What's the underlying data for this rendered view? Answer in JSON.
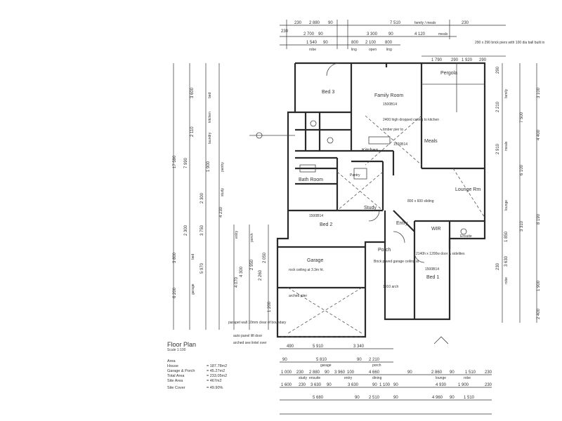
{
  "rooms": {
    "bed3": "Bed 3",
    "family": "Family Room",
    "family_code": "1500B14",
    "pergola": "Pergola",
    "meals": "Meals",
    "kitchen": "Kitchen",
    "pantry": "Pantry",
    "bathroom": "Bath Room",
    "lounge": "Lounge Rm",
    "study": "Study",
    "bed2": "Bed 2",
    "entry": "Entry",
    "wir": "WIR",
    "ensuite": "Ensuite",
    "garage": "Garage",
    "porch": "Porch",
    "bed1": "Bed 1",
    "code_a": "1500B14",
    "code_b": "1500B14",
    "code_c": "1500B14"
  },
  "notes": {
    "ceiling": "2400 high dropped ceiling to kitchen",
    "timber_pier": "timber pier to",
    "garage_ceiling": "rock ceiling at 3.3m ht.",
    "window_800": "800 x 600 sliding",
    "garage_door": "auto panel lift door",
    "arched_lintel": "arched see lintel over",
    "parapet": "parapet wall 10mm clear of boundary",
    "brick_piers": "290 x 290 brick piers with 100 dia ball built in",
    "porch_paving": "Brick paved garage ceiling at",
    "arch_1910": "1910 arch",
    "door_sidelites": "2140h x 1200w door & sidelites",
    "arched_plier": "arched plier"
  },
  "dims": {
    "top": [
      "230",
      "2 880",
      "90",
      "7 510",
      "family / meals",
      "230"
    ],
    "top2": [
      "2 700",
      "90",
      "3 300",
      "90",
      "4 120",
      "meals"
    ],
    "top3": [
      "1 540",
      "90",
      "800",
      "2 100",
      "800"
    ],
    "top_labels": [
      "robe",
      "ling",
      "open",
      "ling"
    ],
    "top_right": [
      "1 790",
      "290",
      "1 920",
      "290"
    ],
    "bottom1": [
      "490",
      "5 910",
      "3 340"
    ],
    "bottom2": [
      "90",
      "5 810",
      "90",
      "2 210"
    ],
    "bottom2_labels": [
      "garage",
      "porch"
    ],
    "bottom3": [
      "1 000",
      "230",
      "2 880",
      "90",
      "3 960",
      "100",
      "4 660",
      "90",
      "2 860",
      "90",
      "1 510",
      "230"
    ],
    "bottom3_labels": [
      "study",
      "ensuite",
      "entry",
      "dining",
      "lounge",
      "robe"
    ],
    "bottom4": [
      "1 600",
      "230",
      "3 630",
      "90",
      "3 630",
      "90",
      "1 100",
      "90",
      "4 930",
      "1 900",
      "230"
    ],
    "bottom5": [
      "5 680",
      "90",
      "2 510",
      "90",
      "4 960",
      "90",
      "1 510"
    ],
    "left_outer": [
      "17 590",
      "6 200",
      "3 800"
    ],
    "left_mid": [
      "7 990",
      "2 300",
      "3 750",
      "2 300",
      "5 970"
    ],
    "left_inner": [
      "3 600",
      "2 110",
      "1 900",
      "4 230",
      "4 070",
      "4 300",
      "2 950",
      "2 260",
      "2 050",
      "1 200"
    ],
    "left_labels": [
      "bed",
      "kitchen",
      "laundry",
      "pantry",
      "study",
      "entry",
      "bed",
      "porch",
      "garage"
    ],
    "right_outer": [
      "3 100",
      "4 400",
      "8 190",
      "1 900",
      "2 400"
    ],
    "right_mid": [
      "7 500",
      "6 100",
      "3 310",
      "3 630",
      "1 850"
    ],
    "right_inner": [
      "2 210",
      "2 910",
      "230",
      "290"
    ],
    "right_labels": [
      "family",
      "meals",
      "lounge",
      "robe"
    ]
  },
  "floor_plan": {
    "title": "Floor Plan",
    "scale": "Scale 1:100",
    "area_heading": "Area",
    "areas": [
      {
        "label": "House",
        "value": "= 187.78m2"
      },
      {
        "label": "Garage & Porch",
        "value": "= 45.27m2"
      },
      {
        "label": "Total Area",
        "value": "= 233.05m2"
      },
      {
        "label": "Site Area",
        "value": "= 467m2"
      }
    ],
    "site_cover_label": "Site Cover",
    "site_cover_value": "= 49.90%"
  }
}
